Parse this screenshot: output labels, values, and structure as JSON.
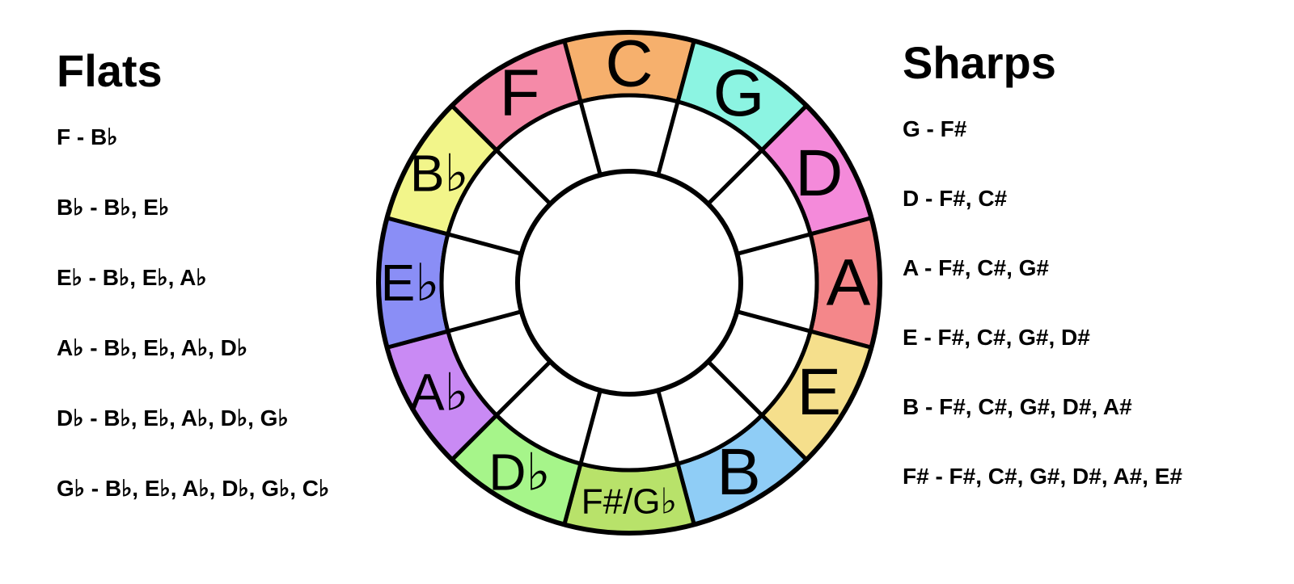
{
  "flats": {
    "heading": "Flats",
    "items": [
      "F - B♭",
      "B♭ - B♭, E♭",
      "E♭ - B♭, E♭, A♭",
      "A♭ - B♭, E♭, A♭, D♭",
      "D♭ - B♭, E♭, A♭, D♭, G♭",
      "G♭ - B♭, E♭, A♭, D♭, G♭, C♭"
    ]
  },
  "sharps": {
    "heading": "Sharps",
    "items": [
      "G - F#",
      "D - F#, C#",
      "A - F#, C#, G#",
      "E - F#, C#, G#, D#",
      "B - F#, C#, G#, D#, A#",
      "F# - F#, C#, G#, D#, A#, E#"
    ]
  },
  "circle": {
    "keys": [
      {
        "label": "C",
        "color": "#f6b06d"
      },
      {
        "label": "G",
        "color": "#8cf4e2"
      },
      {
        "label": "D",
        "color": "#f48ada"
      },
      {
        "label": "A",
        "color": "#f4878a"
      },
      {
        "label": "E",
        "color": "#f5df8c"
      },
      {
        "label": "B",
        "color": "#8fcdf6"
      },
      {
        "label": "F#/G♭",
        "color": "#b8e26a"
      },
      {
        "label": "D♭",
        "color": "#a6f58a"
      },
      {
        "label": "A♭",
        "color": "#c98af4"
      },
      {
        "label": "E♭",
        "color": "#8a8ef6"
      },
      {
        "label": "B♭",
        "color": "#f2f58a"
      },
      {
        "label": "F",
        "color": "#f58aa8"
      }
    ]
  }
}
